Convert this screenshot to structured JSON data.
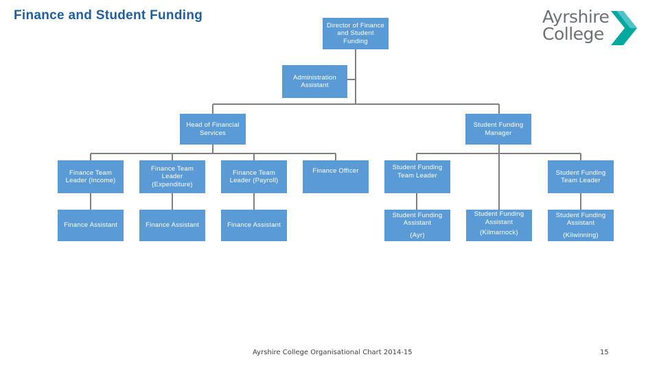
{
  "slide": {
    "title": "Finance and Student Funding",
    "footer": "Ayrshire College Organisational Chart 2014-15",
    "page_number": "15"
  },
  "logo": {
    "line1": "Ayrshire",
    "line2": "College",
    "text_color": "#6d7174",
    "mark_colors": [
      "#00a99d",
      "#4fc3c7"
    ]
  },
  "colors": {
    "box_fill": "#5b9bd5",
    "connector": "#7f7f7f",
    "title": "#1f5f9e"
  },
  "org": {
    "director": "Director of Finance and Student Funding",
    "admin": "Administration Assistant",
    "head_financial": "Head of Financial Services",
    "sf_manager": "Student Funding Manager",
    "ftl_income": "Finance Team Leader (Income)",
    "ftl_expenditure": "Finance Team Leader (Expenditure)",
    "ftl_payroll": "Finance Team Leader (Payroll)",
    "finance_officer": "Finance Officer",
    "sftl_1": "Student Funding Team Leader",
    "sftl_2": "Student Funding Team Leader",
    "fa_1": "Finance Assistant",
    "fa_2": "Finance Assistant",
    "fa_3": "Finance Assistant",
    "sfa_ayr": "Student Funding Assistant",
    "sfa_ayr_loc": "(Ayr)",
    "sfa_kil": "Student Funding Assistant",
    "sfa_kil_loc": "(Kilmarnock)",
    "sfa_kwn": "Student Funding Assistant",
    "sfa_kwn_loc": "(Kilwinning)"
  }
}
